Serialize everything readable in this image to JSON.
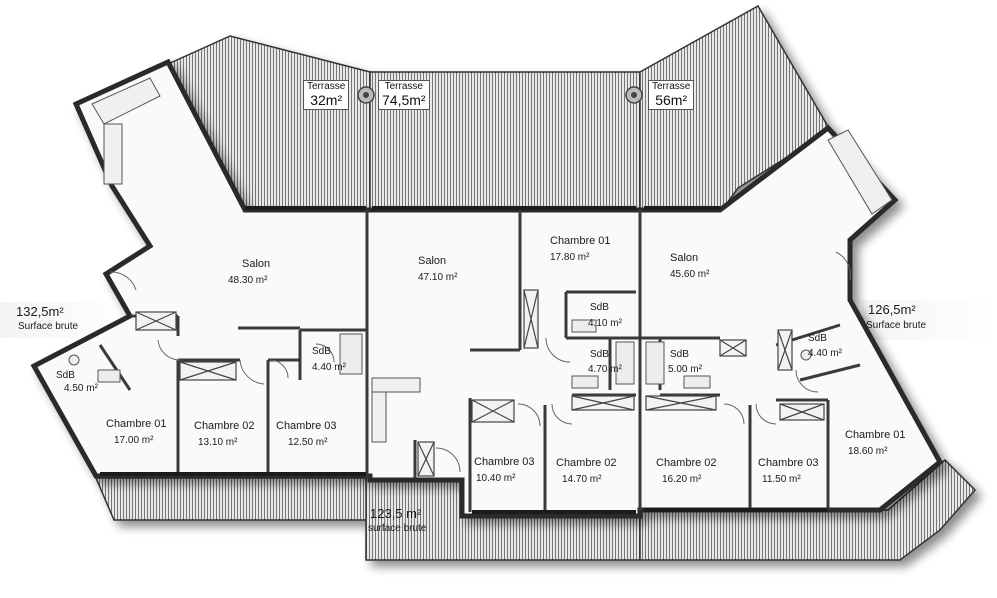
{
  "terraces": [
    {
      "label": "Terrasse",
      "area": "32m²"
    },
    {
      "label": "Terrasse",
      "area": "74,5m²"
    },
    {
      "label": "Terrasse",
      "area": "56m²"
    }
  ],
  "apartments": [
    {
      "area": "132,5m²",
      "note": "Surface brute"
    },
    {
      "area": "123,5 m²",
      "note": "surface brute"
    },
    {
      "area": "126,5m²",
      "note": "Surface brute"
    }
  ],
  "rooms": {
    "salon_a": {
      "name": "Salon",
      "area": "48.30 m²"
    },
    "salon_b": {
      "name": "Salon",
      "area": "47.10 m²"
    },
    "salon_c": {
      "name": "Salon",
      "area": "45.60 m²"
    },
    "a_ch1": {
      "name": "Chambre 01",
      "area": "17.00 m²"
    },
    "a_ch2": {
      "name": "Chambre 02",
      "area": "13.10 m²"
    },
    "a_ch3": {
      "name": "Chambre 03",
      "area": "12.50 m²"
    },
    "a_sdb1": {
      "name": "SdB",
      "area": "4.50 m²"
    },
    "a_sdb2": {
      "name": "SdB",
      "area": "4.40 m²"
    },
    "b_ch1": {
      "name": "Chambre 01",
      "area": "17.80 m²"
    },
    "b_sdb1": {
      "name": "SdB",
      "area": "4.10 m²"
    },
    "b_sdb2": {
      "name": "SdB",
      "area": "4.70 m²"
    },
    "b_ch3": {
      "name": "Chambre 03",
      "area": "10.40 m²"
    },
    "b_ch2": {
      "name": "Chambre 02",
      "area": "14.70 m²"
    },
    "c_sdb1": {
      "name": "SdB",
      "area": "5.00 m²"
    },
    "c_sdb2": {
      "name": "SdB",
      "area": "4.40 m²"
    },
    "c_ch2": {
      "name": "Chambre 02",
      "area": "16.20 m²"
    },
    "c_ch3": {
      "name": "Chambre 03",
      "area": "11.50 m²"
    },
    "c_ch1": {
      "name": "Chambre 01",
      "area": "18.60 m²"
    }
  }
}
